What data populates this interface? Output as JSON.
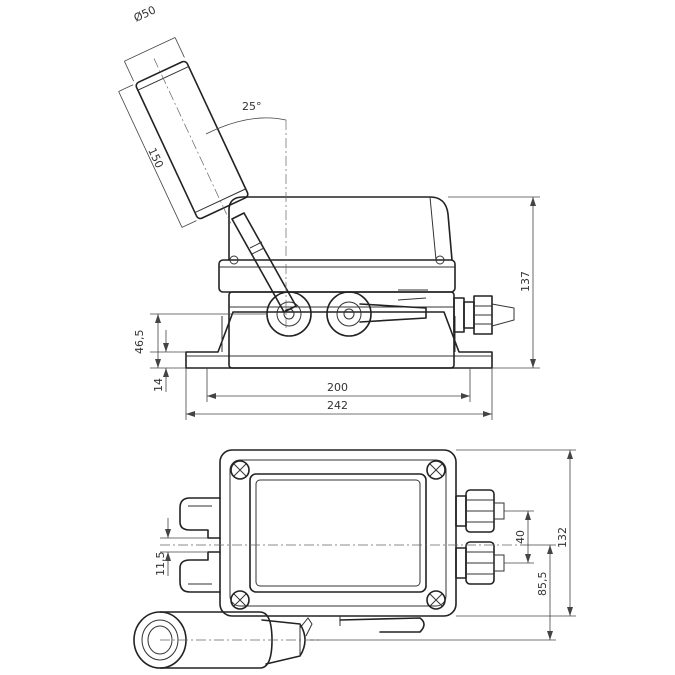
{
  "dimensions": {
    "roller_diameter": "Ø50",
    "roller_length": "150",
    "lever_angle": "25°",
    "height_total": "137",
    "height_axis": "46,5",
    "base_height": "14",
    "mount_width": "200",
    "base_width": "242",
    "slot_width": "11,5",
    "gland_spacing": "40",
    "gland_offset": "85,5",
    "housing_depth": "132"
  }
}
